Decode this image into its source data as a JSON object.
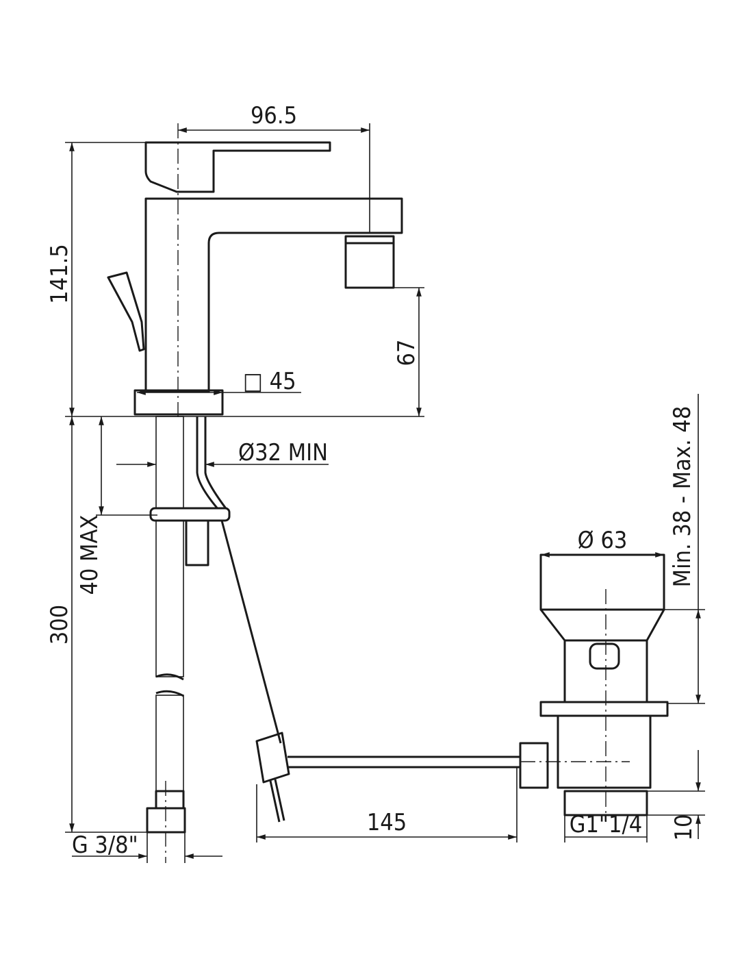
{
  "dimensions": {
    "spout_reach": "96.5",
    "total_height": "141.5",
    "spout_height": "67",
    "base_square": "□ 45",
    "hole_diameter": "Ø32 MIN",
    "deck_thickness": "40 MAX",
    "hose_length": "300",
    "hose_thread": "G 3/8\"",
    "waste_diameter": "Ø 63",
    "waste_range": "Min. 38  -  Max. 48",
    "rod_length": "145",
    "waste_thread": "G1\"1/4",
    "thread_length": "10"
  }
}
